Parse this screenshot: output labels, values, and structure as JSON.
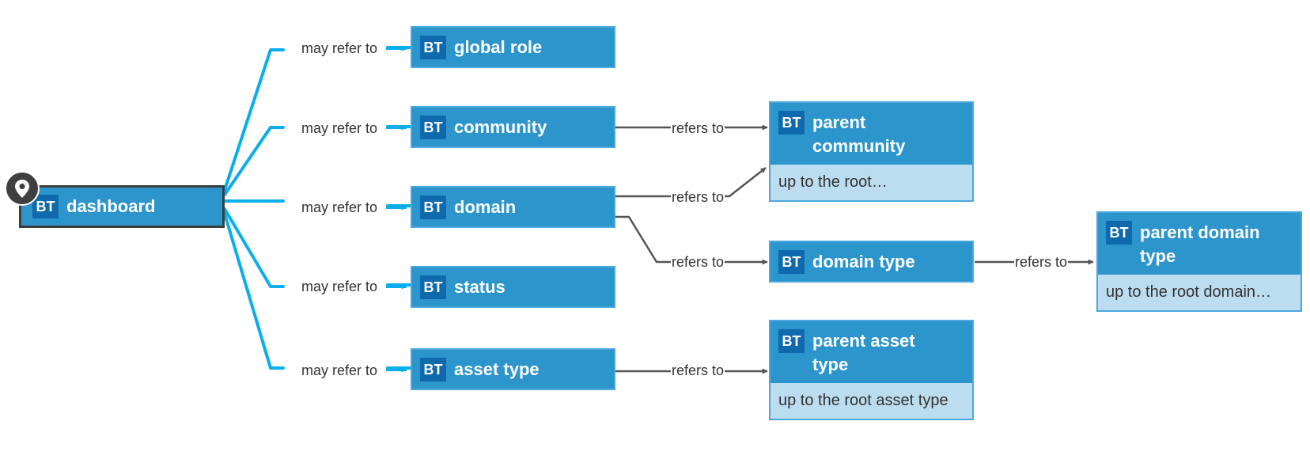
{
  "nodes": {
    "dashboard": {
      "badge": "BT",
      "title": "dashboard"
    },
    "global_role": {
      "badge": "BT",
      "title": "global role"
    },
    "community": {
      "badge": "BT",
      "title": "community"
    },
    "domain": {
      "badge": "BT",
      "title": "domain"
    },
    "status": {
      "badge": "BT",
      "title": "status"
    },
    "asset_type": {
      "badge": "BT",
      "title": "asset type"
    },
    "parent_community": {
      "badge": "BT",
      "title": "parent community",
      "note": "up to the root…"
    },
    "domain_type": {
      "badge": "BT",
      "title": "domain type"
    },
    "parent_asset_type": {
      "badge": "BT",
      "title": "parent asset type",
      "note": "up to the root asset type"
    },
    "parent_domain_type": {
      "badge": "BT",
      "title": "parent domain type",
      "note": "up to the root domain…"
    }
  },
  "edges": {
    "may_refer_to": "may refer to",
    "refers_to": "refers to"
  },
  "colors": {
    "optional_edge": "#0aaeea",
    "required_edge": "#555555",
    "node_fill": "#2c95cb",
    "badge_fill": "#0f6aad",
    "note_fill": "#bcdcef"
  },
  "icons": {
    "start_marker": "location-pin-icon"
  }
}
